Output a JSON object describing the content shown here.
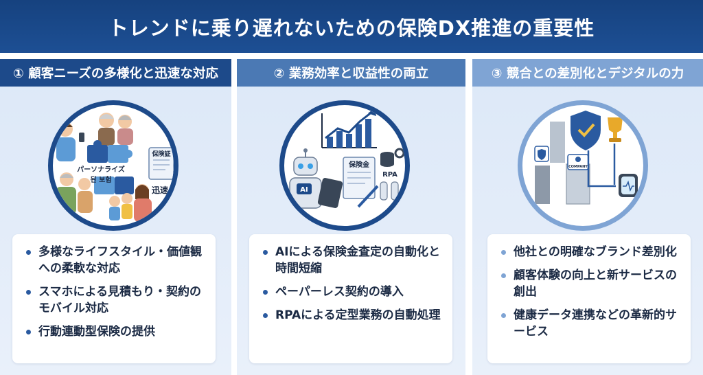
{
  "title": "トレンドに乗り遅れないための保険DX推進の重要性",
  "colors": {
    "title_bg": "#16427f",
    "col1_head": "#1d4a8a",
    "col2_head": "#4b79b4",
    "col3_head": "#7fa4d4",
    "panel_bg": "#dce8f8"
  },
  "columns": [
    {
      "heading": "① 顧客ニーズの多様化と迅速な対応",
      "illustration": {
        "label_personalize_1": "パーソナライズ",
        "label_personalize_2": "된 보험",
        "doc_label": "保険証",
        "speed_label": "迅速"
      },
      "bullets": [
        "多様なライフスタイル・価値観への柔軟な対応",
        "スマホによる見積もり・契約のモバイル対応",
        "行動連動型保険の提供"
      ]
    },
    {
      "heading": "② 業務効率と収益性の両立",
      "illustration": {
        "ai_label": "AI",
        "doc_label": "保険金",
        "rpa_label": "RPA"
      },
      "bullets": [
        "AIによる保険金査定の自動化と時間短縮",
        "ペーパーレス契約の導入",
        "RPAによる定型業務の自動処理"
      ]
    },
    {
      "heading": "③ 競合との差別化とデジタルの力",
      "illustration": {
        "company_label": "COMPANY"
      },
      "bullets": [
        "他社との明確なブランド差別化",
        "顧客体験の向上と新サービスの創出",
        "健康データ連携などの革新的サービス"
      ]
    }
  ]
}
